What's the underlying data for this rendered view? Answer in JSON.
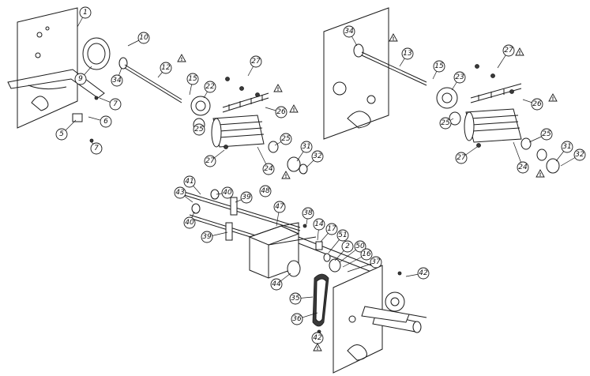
{
  "warning_glyph": "!",
  "assemblies": [
    {
      "id": "left-roller-assembly",
      "callouts": [
        {
          "label": "1"
        },
        {
          "label": "10"
        },
        {
          "label": "9"
        },
        {
          "label": "34"
        },
        {
          "label": "12"
        },
        {
          "label": "15"
        },
        {
          "label": "22"
        },
        {
          "label": "27"
        },
        {
          "label": "26"
        },
        {
          "label": "25"
        },
        {
          "label": "25"
        },
        {
          "label": "31"
        },
        {
          "label": "32"
        },
        {
          "label": "24"
        },
        {
          "label": "27"
        },
        {
          "label": "7"
        },
        {
          "label": "6"
        },
        {
          "label": "5"
        },
        {
          "label": "7"
        }
      ]
    },
    {
      "id": "right-roller-assembly",
      "callouts": [
        {
          "label": "34"
        },
        {
          "label": "13"
        },
        {
          "label": "15"
        },
        {
          "label": "23"
        },
        {
          "label": "27"
        },
        {
          "label": "26"
        },
        {
          "label": "25"
        },
        {
          "label": "25"
        },
        {
          "label": "27"
        },
        {
          "label": "24"
        },
        {
          "label": "31"
        },
        {
          "label": "32"
        }
      ]
    },
    {
      "id": "bottom-drive-assembly",
      "callouts": [
        {
          "label": "41"
        },
        {
          "label": "43"
        },
        {
          "label": "40"
        },
        {
          "label": "40"
        },
        {
          "label": "39"
        },
        {
          "label": "48"
        },
        {
          "label": "47"
        },
        {
          "label": "39"
        },
        {
          "label": "38"
        },
        {
          "label": "14"
        },
        {
          "label": "17"
        },
        {
          "label": "51"
        },
        {
          "label": "2"
        },
        {
          "label": "50"
        },
        {
          "label": "16"
        },
        {
          "label": "37"
        },
        {
          "label": "42"
        },
        {
          "label": "44"
        },
        {
          "label": "35"
        },
        {
          "label": "36"
        },
        {
          "label": "42"
        }
      ]
    }
  ]
}
